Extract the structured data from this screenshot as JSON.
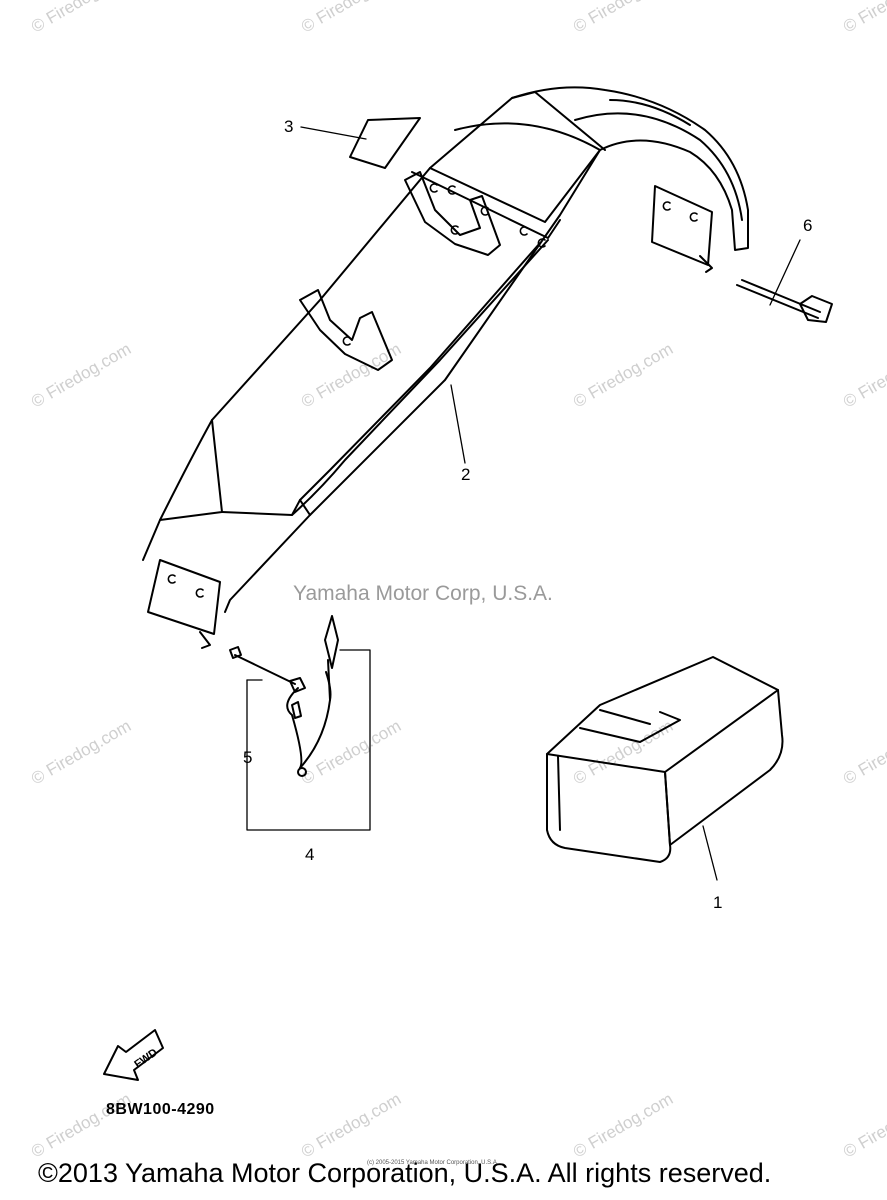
{
  "watermark": {
    "text": "© Firedog.com"
  },
  "center_mark": "Yamaha Motor Corp, U.S.A.",
  "callouts": {
    "c1": "1",
    "c2": "2",
    "c3": "3",
    "c4": "4",
    "c5": "5",
    "c6": "6"
  },
  "fwd_label": "FWD",
  "part_code": "8BW100-4290",
  "fine_print": "(c) 2005-2015 Yamaha Motor Corporation, U.S.A.",
  "footer": "©2013 Yamaha Motor Corporation, U.S.A. All rights reserved."
}
